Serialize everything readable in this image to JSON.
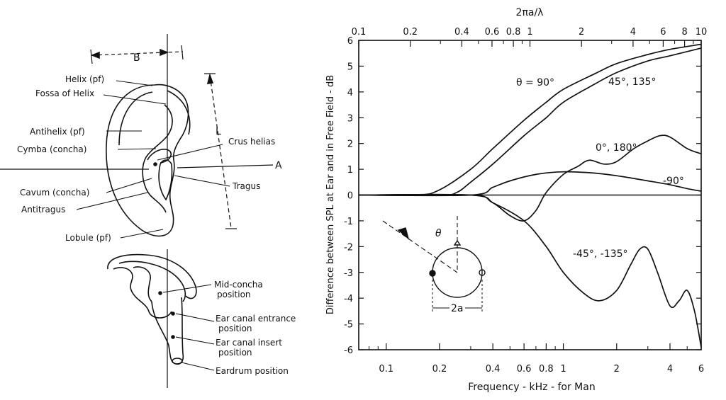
{
  "ear_diagram": {
    "dims": {
      "B": "B",
      "L": "L",
      "A": "A"
    },
    "labels": {
      "helix": "Helix (pf)",
      "fossa": "Fossa of Helix",
      "antihelix": "Antihelix (pf)",
      "cymba": "Cymba (concha)",
      "crus": "Crus helias",
      "cavum": "Cavum (concha)",
      "tragus": "Tragus",
      "antitragus": "Antitragus",
      "lobule": "Lobule (pf)"
    },
    "positions": {
      "mid_concha_1": "Mid-concha",
      "mid_concha_2": "position",
      "entrance_1": "Ear canal entrance",
      "entrance_2": "position",
      "insert_1": "Ear canal insert",
      "insert_2": "position",
      "eardrum": "Eardrum position"
    }
  },
  "chart_data": {
    "type": "line",
    "x_scale": "log",
    "xlim": [
      0.07,
      6
    ],
    "ylim": [
      -6,
      6
    ],
    "xlabel": "Frequency - kHz - for Man",
    "ylabel": "Difference between SPL at Ear and in Free Field - dB",
    "top_axis_label": "2πa/λ",
    "top_ticks": [
      "0.1",
      "0.2",
      "0.4",
      "0.6",
      "0.8",
      "1",
      "2",
      "4",
      "6",
      "8",
      "10"
    ],
    "x_ticks": [
      "0.1",
      "0.2",
      "0.4",
      "0.6",
      "0.8",
      "1",
      "2",
      "4",
      "6"
    ],
    "y_ticks": [
      "6",
      "5",
      "4",
      "3",
      "2",
      "1",
      "0",
      "-1",
      "-2",
      "-3",
      "-4",
      "-5",
      "-6"
    ],
    "series": [
      {
        "name": "θ = 90°",
        "points": [
          [
            0.07,
            0
          ],
          [
            0.15,
            0
          ],
          [
            0.2,
            0.2
          ],
          [
            0.3,
            1.0
          ],
          [
            0.4,
            1.8
          ],
          [
            0.6,
            2.9
          ],
          [
            0.8,
            3.6
          ],
          [
            1.0,
            4.1
          ],
          [
            1.5,
            4.7
          ],
          [
            2.0,
            5.1
          ],
          [
            3.0,
            5.45
          ],
          [
            4.0,
            5.65
          ],
          [
            6.0,
            5.85
          ]
        ]
      },
      {
        "name": "45°, 135°",
        "points": [
          [
            0.07,
            0
          ],
          [
            0.2,
            0
          ],
          [
            0.25,
            0.1
          ],
          [
            0.3,
            0.5
          ],
          [
            0.4,
            1.2
          ],
          [
            0.6,
            2.3
          ],
          [
            0.8,
            3.0
          ],
          [
            1.0,
            3.6
          ],
          [
            1.5,
            4.3
          ],
          [
            2.0,
            4.75
          ],
          [
            3.0,
            5.2
          ],
          [
            4.0,
            5.4
          ],
          [
            6.0,
            5.7
          ]
        ]
      },
      {
        "name": "0°, 180°",
        "points": [
          [
            0.07,
            0
          ],
          [
            0.3,
            0
          ],
          [
            0.4,
            -0.3
          ],
          [
            0.5,
            -0.8
          ],
          [
            0.6,
            -1.0
          ],
          [
            0.7,
            -0.6
          ],
          [
            0.8,
            0.1
          ],
          [
            1.0,
            0.8
          ],
          [
            1.2,
            1.1
          ],
          [
            1.4,
            1.35
          ],
          [
            1.7,
            1.2
          ],
          [
            2.0,
            1.3
          ],
          [
            2.5,
            1.8
          ],
          [
            3.0,
            2.1
          ],
          [
            3.5,
            2.3
          ],
          [
            4.0,
            2.25
          ],
          [
            5.0,
            1.8
          ],
          [
            6.0,
            1.6
          ]
        ]
      },
      {
        "name": "-90°",
        "points": [
          [
            0.07,
            0
          ],
          [
            0.3,
            0
          ],
          [
            0.4,
            0.3
          ],
          [
            0.5,
            0.55
          ],
          [
            0.7,
            0.8
          ],
          [
            1.0,
            0.9
          ],
          [
            1.5,
            0.85
          ],
          [
            2.0,
            0.75
          ],
          [
            3.0,
            0.55
          ],
          [
            4.0,
            0.4
          ],
          [
            5.0,
            0.25
          ],
          [
            6.0,
            0.15
          ]
        ]
      },
      {
        "name": "-45°, -135°",
        "points": [
          [
            0.07,
            0
          ],
          [
            0.3,
            0
          ],
          [
            0.4,
            -0.3
          ],
          [
            0.6,
            -1.0
          ],
          [
            0.8,
            -2.0
          ],
          [
            1.0,
            -3.0
          ],
          [
            1.3,
            -3.8
          ],
          [
            1.6,
            -4.1
          ],
          [
            2.0,
            -3.7
          ],
          [
            2.4,
            -2.7
          ],
          [
            2.7,
            -2.1
          ],
          [
            3.0,
            -2.1
          ],
          [
            3.4,
            -3.0
          ],
          [
            4.0,
            -4.3
          ],
          [
            4.5,
            -4.1
          ],
          [
            5.0,
            -3.7
          ],
          [
            5.5,
            -4.5
          ],
          [
            6.0,
            -5.9
          ]
        ]
      }
    ],
    "inset": {
      "theta": "θ",
      "diameter": "2a"
    }
  }
}
